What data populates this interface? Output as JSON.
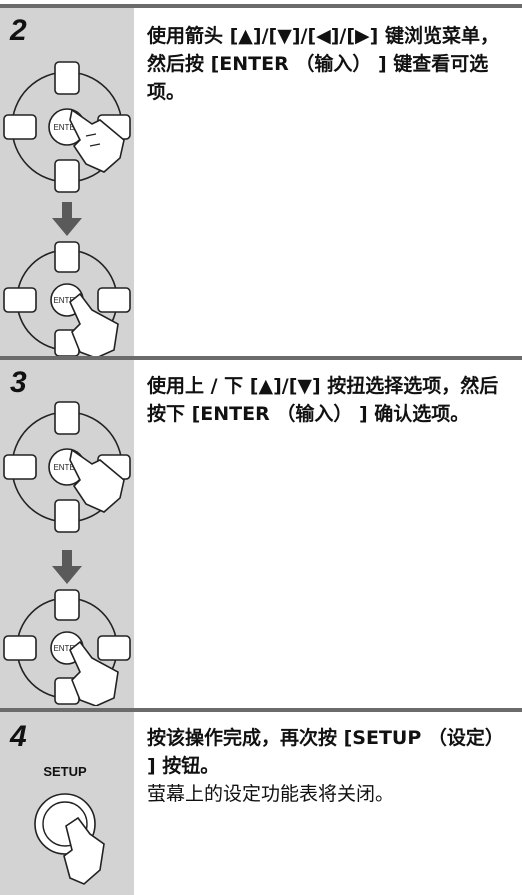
{
  "steps": [
    {
      "number": "2",
      "text": "使用箭头 [▲]/[▼]/[◀]/[▶] 键浏览菜单，然后按 [ENTER （输入） ] 键查看可选项。"
    },
    {
      "number": "3",
      "text": "使用上 / 下 [▲]/[▼] 按扭选择选项，然后按下 [ENTER （输入） ] 确认选项。"
    },
    {
      "number": "4",
      "text": "按该操作完成，再次按 [SETUP （设定） ] 按钮。",
      "text2": "萤幕上的设定功能表将关闭。",
      "button_label": "SETUP"
    }
  ],
  "remote": {
    "enter_label": "ENTER"
  },
  "colors": {
    "panel": "#d3d3d3",
    "rule": "#6b6b6b",
    "arrow": "#5a5a5a"
  }
}
